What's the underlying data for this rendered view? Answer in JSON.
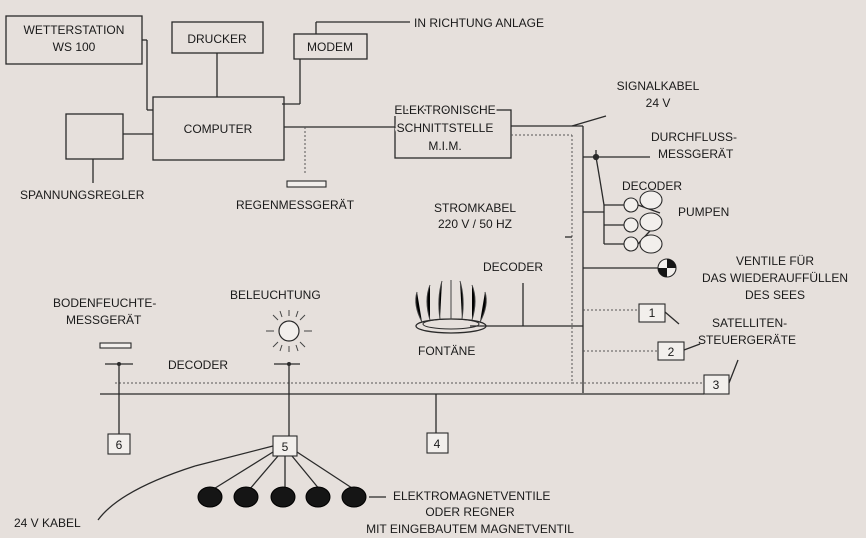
{
  "labels": {
    "weather_station_line1": "WETTERSTATION",
    "weather_station_line2": "WS 100",
    "printer": "DRUCKER",
    "modem": "MODEM",
    "to_system": "IN RICHTUNG ANLAGE",
    "computer": "COMPUTER",
    "voltage_regulator": "SPANNUNGSREGLER",
    "rain_gauge": "REGENMESSGERÄT",
    "interface_line1": "ELEKTRONISCHE",
    "interface_line2": "SCHNITTSTELLE",
    "interface_line3": "M.I.M.",
    "signal_cable_line1": "SIGNALKABEL",
    "signal_cable_line2": "24 V",
    "flow_meter_line1": "DURCHFLUSS-",
    "flow_meter_line2": "MESSGERÄT",
    "decoder_pumps": "DECODER",
    "pumps": "PUMPEN",
    "power_cable_line1": "STROMKABEL",
    "power_cable_line2": "220 V / 50 HZ",
    "valves_lake_line1": "VENTILE FÜR",
    "valves_lake_line2": "DAS WIEDERAUFFÜLLEN",
    "valves_lake_line3": "DES SEES",
    "decoder_fountain": "DECODER",
    "fountain": "FONTÄNE",
    "satellite_line1": "SATELLITEN-",
    "satellite_line2": "STEUERGERÄTE",
    "soil_sensor_line1": "BODENFEUCHTE-",
    "soil_sensor_line2": "MESSGERÄT",
    "lighting": "BELEUCHTUNG",
    "decoder_field": "DECODER",
    "valves_line1": "ELEKTROMAGNETVENTILE",
    "valves_line2": "ODER REGNER",
    "valves_line3": "MIT EINGEBAUTEM MAGNETVENTIL",
    "cable_24v": "24 V KABEL"
  },
  "box_numbers": {
    "sat1": "1",
    "sat2": "2",
    "sat3": "3",
    "dec4": "4",
    "dec5": "5",
    "dec6": "6"
  },
  "colors": {
    "background": "#e6e0dc",
    "line": "#2a2a2a",
    "valve": "#151515"
  }
}
